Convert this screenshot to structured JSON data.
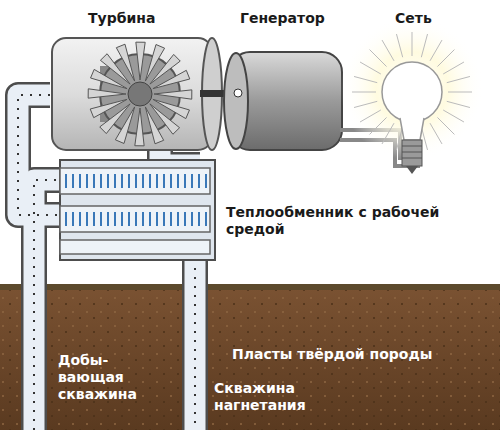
{
  "diagram": {
    "labels": [
      "Турбина",
      "Генератор",
      "Сеть",
      "Теплообменник с рабочей средой",
      "Пласты твёрдой породы",
      "Добы- вающая скважина",
      "Скважина нагнетания"
    ]
  }
}
